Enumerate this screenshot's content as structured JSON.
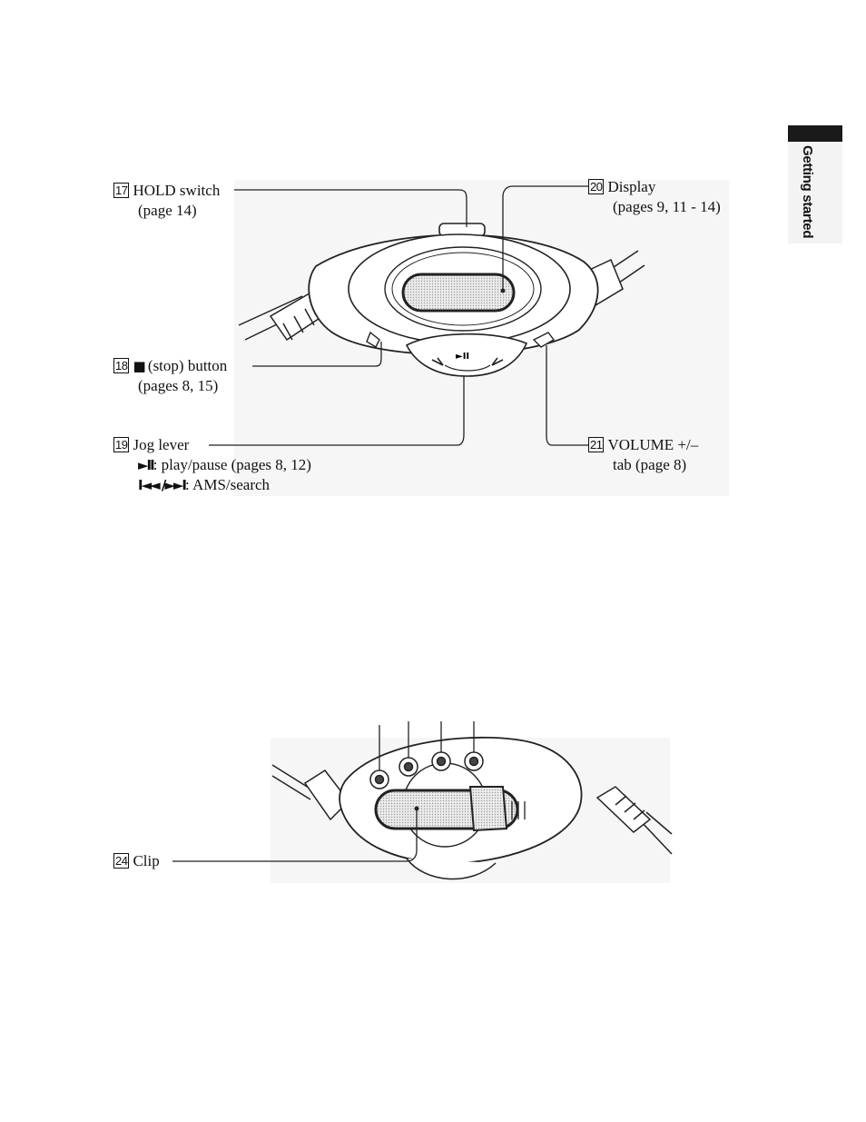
{
  "side_tab": {
    "text": "Getting started"
  },
  "callouts": {
    "hold": {
      "number": "17",
      "title": "HOLD switch",
      "sub": "(page 14)"
    },
    "stop": {
      "number": "18",
      "symbol": "■",
      "title": " (stop) button",
      "sub": "(pages 8, 15)"
    },
    "jog": {
      "number": "19",
      "title": "Jog lever",
      "play_symbol": "►II",
      "play_text": ": play/pause (pages 8, 12)",
      "ams_symbol": "I◄◄ /►►I",
      "ams_text": ": AMS/search"
    },
    "display": {
      "number": "20",
      "title": "Display",
      "sub": "(pages 9, 11 - 14)"
    },
    "volume": {
      "number": "21",
      "title": "VOLUME +/–",
      "sub": "tab (page 8)"
    },
    "clip": {
      "number": "24",
      "title": "Clip"
    }
  },
  "remote_labels": {
    "play_pause": "►II"
  }
}
